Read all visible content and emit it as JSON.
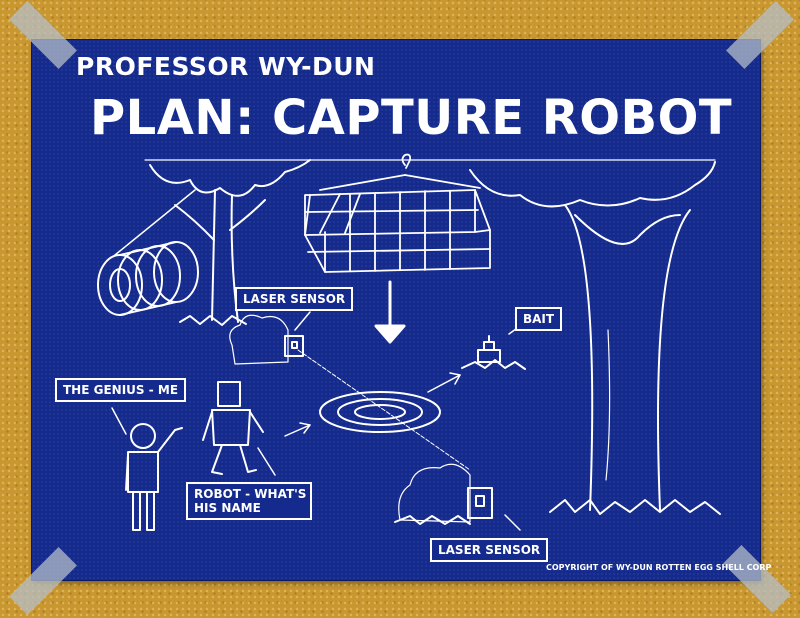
{
  "header": {
    "subtitle": "PROFESSOR WY-DUN",
    "title": "PLAN: CAPTURE ROBOT"
  },
  "labels": {
    "laser_sensor_top": "LASER SENSOR",
    "bait": "BAIT",
    "genius": "THE GENIUS - ME",
    "robot_line1": "ROBOT - WHAT'S",
    "robot_line2": "HIS NAME",
    "laser_sensor_bottom": "LASER SENSOR"
  },
  "footer": {
    "copyright": "COPYRIGHT OF WY-DUN ROTTEN EGG SHELL CORP"
  },
  "colors": {
    "blueprint": "#142a8c",
    "cork": "#c9972f",
    "ink": "#ffffff"
  }
}
